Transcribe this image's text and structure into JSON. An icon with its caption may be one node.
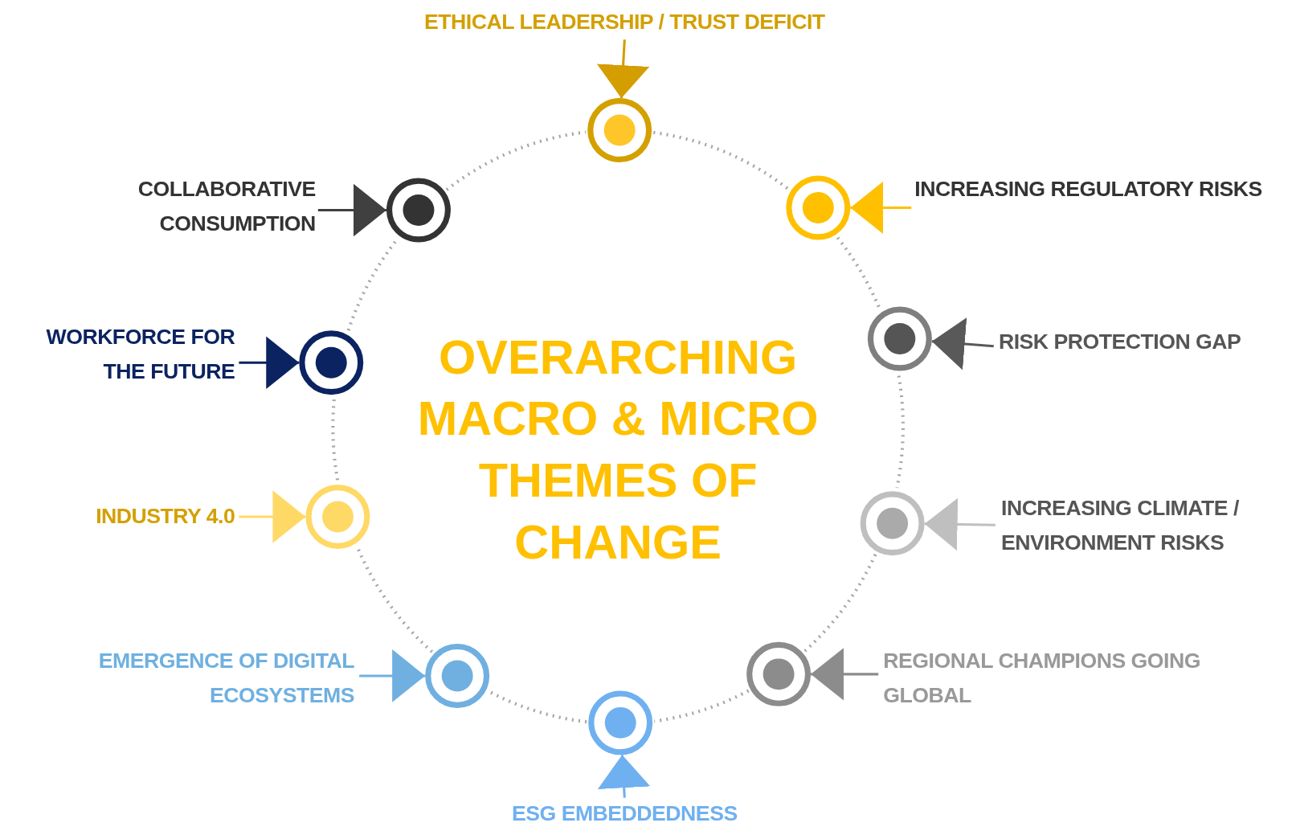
{
  "diagram": {
    "nodes": [
      {
        "text": [
          "ETHICAL LEADERSHIP / TRUST DEFICIT"
        ]
      },
      {
        "text": [],
        "shape": "circle"
      },
      {
        "text": [
          "COLLABORATIVE CONSUMPTION"
        ]
      },
      {
        "text": [],
        "shape": "circle"
      },
      {
        "text": [
          "INCREASING REGULATORY RISKS"
        ]
      },
      {
        "text": [],
        "shape": "circle"
      },
      {
        "text": [
          "WORKFORCE FOR THE FUTURE"
        ]
      },
      {
        "text": [],
        "shape": "circle"
      },
      {
        "text": [
          "RISK PROTECTION GAP"
        ]
      },
      {
        "text": [],
        "shape": "circle"
      },
      {
        "text": [
          "INDUSTRY 4.0"
        ]
      },
      {
        "text": [],
        "shape": "circle"
      },
      {
        "text": [
          "INCREASING CLIMATE / ENVIRONMENT RISKS"
        ]
      },
      {
        "text": [],
        "shape": "circle"
      },
      {
        "text": [
          "EMERGENCE OF DIGITAL ECOSYSTEMS"
        ]
      },
      {
        "text": [],
        "shape": "circle"
      },
      {
        "text": [
          "REGIONAL CHAMPIONS GOING GLOBAL"
        ]
      },
      {
        "text": [],
        "shape": "circle"
      },
      {
        "text": [
          "ESG EMBEDDEDNESS"
        ]
      },
      {
        "text": [],
        "shape": "circle"
      }
    ],
    "edges": [
      {
        "from": 0,
        "to": 1,
        "arrow": "to",
        "color": "#d49d00"
      },
      {
        "from": 2,
        "to": 3,
        "arrow": "to",
        "color": "#404040"
      },
      {
        "from": 4,
        "to": 5,
        "arrow": "to",
        "color": "#ffc000"
      },
      {
        "from": 6,
        "to": 7,
        "arrow": "to",
        "color": "#0b2360"
      },
      {
        "from": 8,
        "to": 9,
        "arrow": "to",
        "color": "#595959"
      },
      {
        "from": 10,
        "to": 11,
        "arrow": "to",
        "color": "#ffd966"
      },
      {
        "from": 12,
        "to": 13,
        "arrow": "to",
        "color": "#bfbfbf"
      },
      {
        "from": 14,
        "to": 15,
        "arrow": "to",
        "color": "#6fb0e0"
      },
      {
        "from": 16,
        "to": 17,
        "arrow": "to",
        "color": "#8c8c8c"
      },
      {
        "from": 18,
        "to": 19,
        "arrow": "to",
        "color": "#6fb0f0"
      },
      {
        "from": 1,
        "to": 5,
        "arrow": "none",
        "style": "dashed",
        "color": "#a6a6a6"
      },
      {
        "from": 5,
        "to": 9,
        "arrow": "none",
        "style": "dashed",
        "color": "#a6a6a6"
      },
      {
        "from": 9,
        "to": 13,
        "arrow": "none",
        "style": "dashed",
        "color": "#a6a6a6"
      },
      {
        "from": 13,
        "to": 17,
        "arrow": "none",
        "style": "dashed",
        "color": "#a6a6a6"
      },
      {
        "from": 17,
        "to": 19,
        "arrow": "none",
        "style": "dashed",
        "color": "#a6a6a6"
      },
      {
        "from": 19,
        "to": 15,
        "arrow": "none",
        "style": "dashed",
        "color": "#a6a6a6"
      },
      {
        "from": 15,
        "to": 11,
        "arrow": "none",
        "style": "dashed",
        "color": "#a6a6a6"
      },
      {
        "from": 11,
        "to": 7,
        "arrow": "none",
        "style": "dashed",
        "color": "#a6a6a6"
      },
      {
        "from": 7,
        "to": 3,
        "arrow": "none",
        "style": "dashed",
        "color": "#a6a6a6"
      },
      {
        "from": 3,
        "to": 1,
        "arrow": "none",
        "style": "dashed",
        "color": "#a6a6a6"
      }
    ],
    "labels": [
      "OVERARCHING MACRO & MICRO THEMES OF CHANGE"
    ]
  }
}
